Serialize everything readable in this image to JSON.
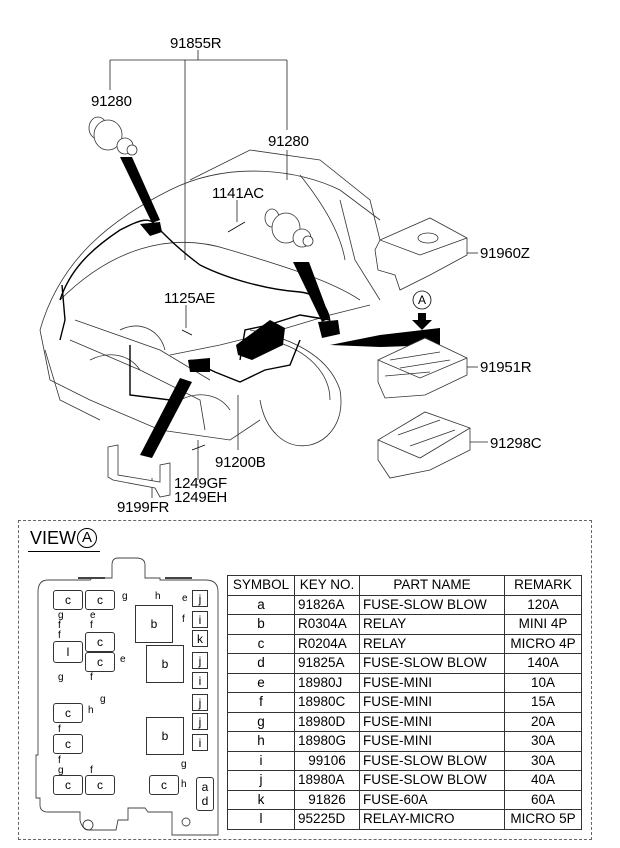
{
  "diagram": {
    "callouts": {
      "harness_main": "91855R",
      "grommet_left": "91280",
      "grommet_right": "91280",
      "bolt_top": "1141AC",
      "bolt_mid": "1125AE",
      "box_cover": "91960Z",
      "junction_box": "91951R",
      "box_bracket": "91298C",
      "battery_harness": "91200B",
      "bracket": "9199FR",
      "screw_1": "1249GF",
      "screw_2": "1249EH",
      "view_marker": "A"
    }
  },
  "view": {
    "title": "VIEW",
    "marker": "A",
    "fuse_box": {
      "blocks": [
        "c",
        "c",
        "c",
        "c",
        "c",
        "c",
        "c",
        "c",
        "c",
        "l",
        "b",
        "b",
        "b",
        "j",
        "i",
        "k",
        "j",
        "i",
        "j",
        "j",
        "i",
        "a",
        "d"
      ],
      "small_labels": [
        "g",
        "h",
        "e",
        "f",
        "g",
        "e",
        "f",
        "f",
        "f",
        "e",
        "g",
        "f",
        "g",
        "h",
        "f",
        "f",
        "g",
        "f",
        "g",
        "h"
      ]
    },
    "table": {
      "headers": [
        "SYMBOL",
        "KEY NO.",
        "PART NAME",
        "REMARK"
      ],
      "rows": [
        {
          "symbol": "a",
          "key_no": "91826A",
          "part_name": "FUSE-SLOW BLOW",
          "remark": "120A"
        },
        {
          "symbol": "b",
          "key_no": "R0304A",
          "part_name": "RELAY",
          "remark": "MINI 4P"
        },
        {
          "symbol": "c",
          "key_no": "R0204A",
          "part_name": "RELAY",
          "remark": "MICRO 4P"
        },
        {
          "symbol": "d",
          "key_no": "91825A",
          "part_name": "FUSE-SLOW BLOW",
          "remark": "140A"
        },
        {
          "symbol": "e",
          "key_no": "18980J",
          "part_name": "FUSE-MINI",
          "remark": "10A"
        },
        {
          "symbol": "f",
          "key_no": "18980C",
          "part_name": "FUSE-MINI",
          "remark": "15A"
        },
        {
          "symbol": "g",
          "key_no": "18980D",
          "part_name": "FUSE-MINI",
          "remark": "20A"
        },
        {
          "symbol": "h",
          "key_no": "18980G",
          "part_name": "FUSE-MINI",
          "remark": "30A"
        },
        {
          "symbol": "i",
          "key_no": "99106",
          "part_name": "FUSE-SLOW BLOW",
          "remark": "30A"
        },
        {
          "symbol": "j",
          "key_no": "18980A",
          "part_name": "FUSE-SLOW BLOW",
          "remark": "40A"
        },
        {
          "symbol": "k",
          "key_no": "91826",
          "part_name": "FUSE-60A",
          "remark": "60A"
        },
        {
          "symbol": "l",
          "key_no": "95225D",
          "part_name": "RELAY-MICRO",
          "remark": "MICRO 5P"
        }
      ]
    }
  }
}
